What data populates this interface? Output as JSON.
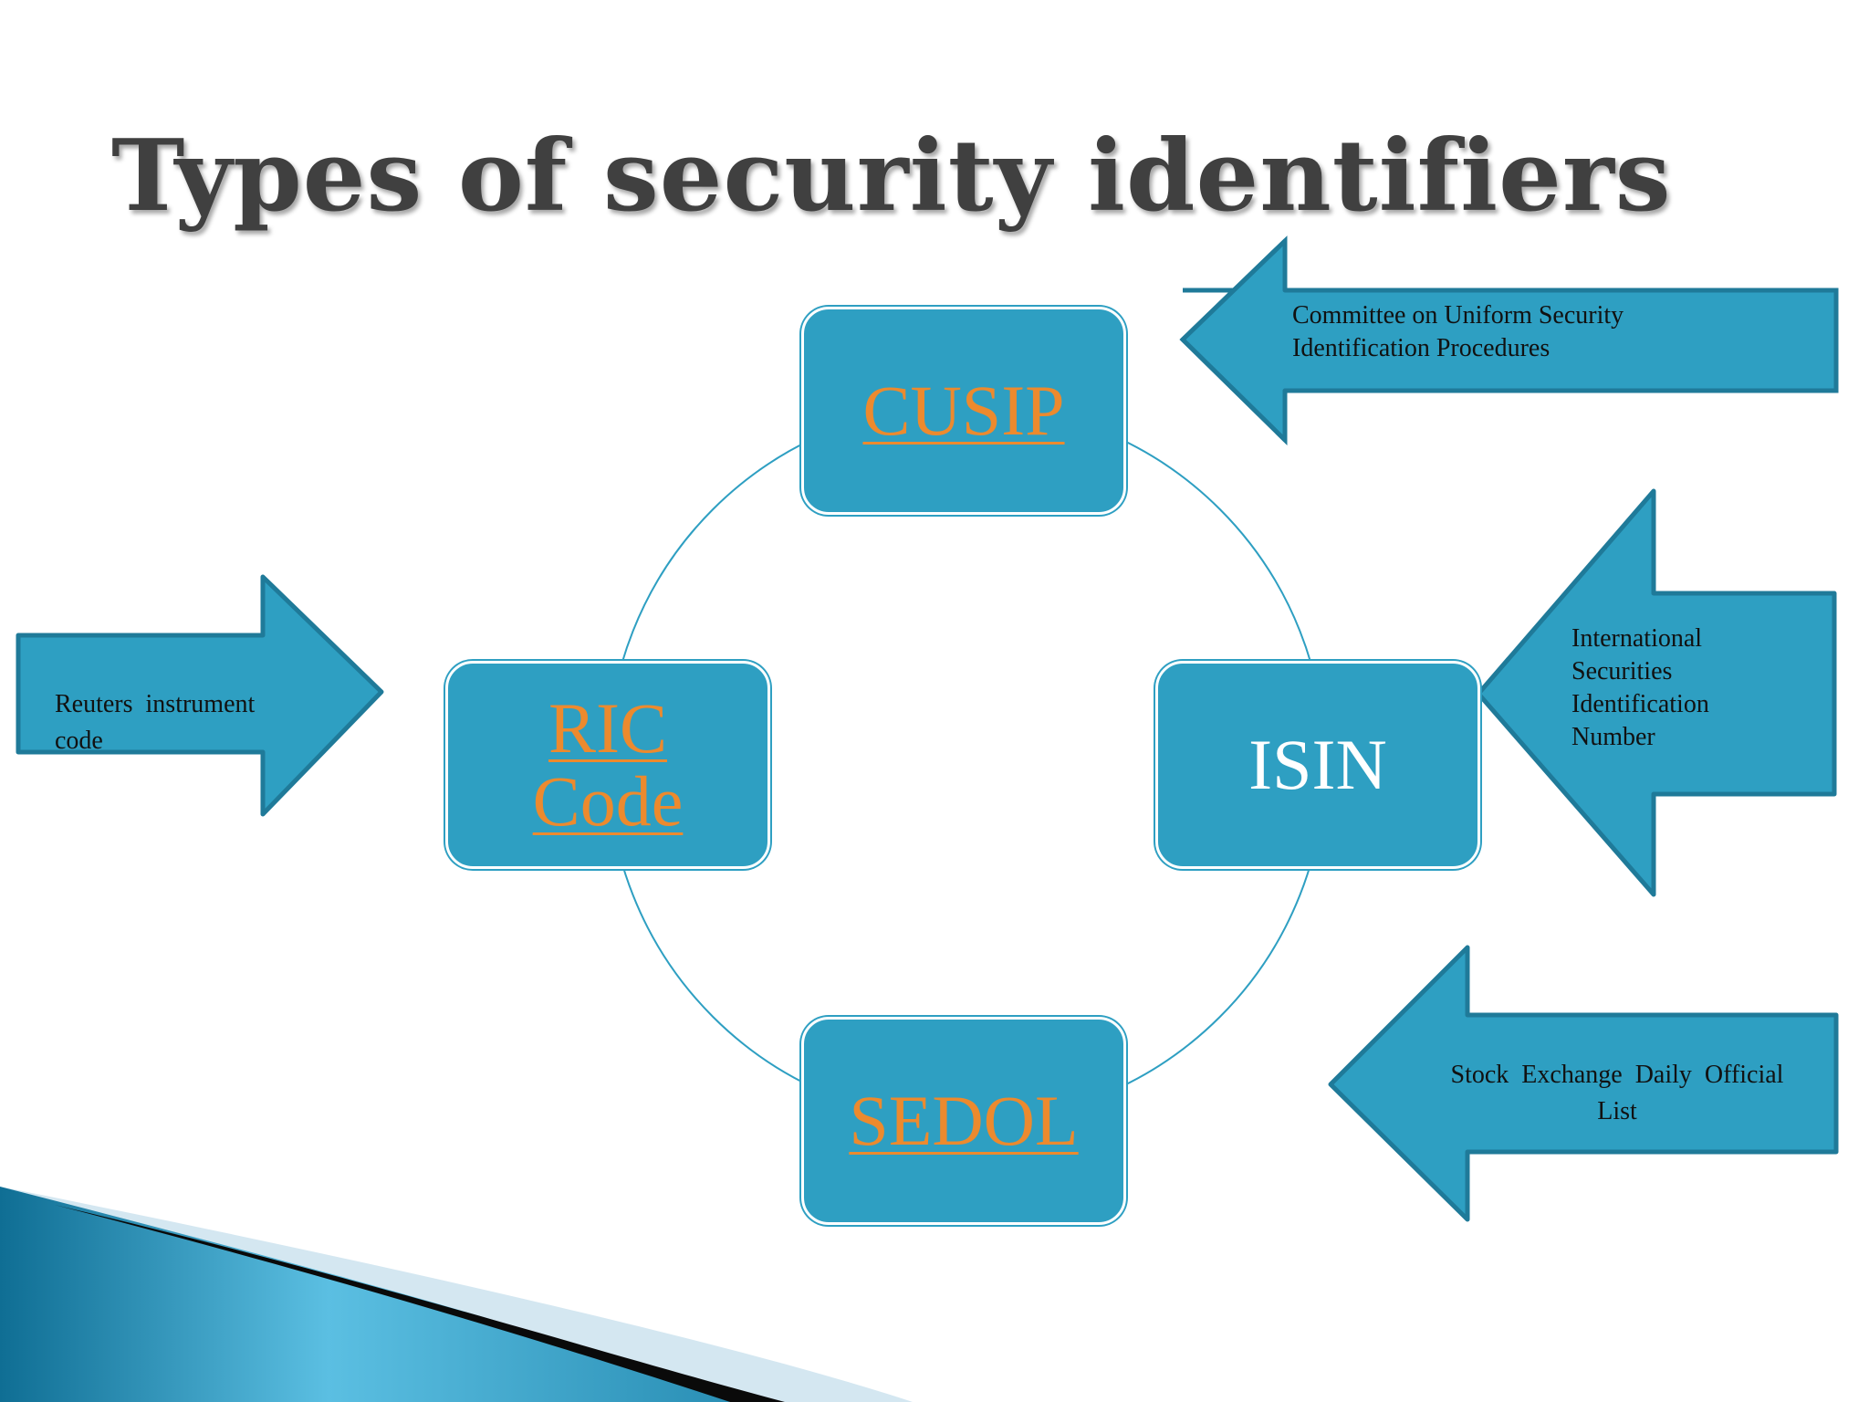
{
  "title": "Types of security identifiers",
  "nodes": {
    "cusip": "CUSIP",
    "ric_line1": "RIC",
    "ric_line2": "Code",
    "isin": "ISIN",
    "sedol": "SEDOL"
  },
  "callouts": {
    "cusip_line1": "Committee on Uniform Security",
    "cusip_line2": "Identification Procedures",
    "ric_line1": "Reuters  instrument",
    "ric_line2": "code",
    "isin_line1": "International",
    "isin_line2": "Securities",
    "isin_line3": "Identification",
    "isin_line4": "Number",
    "sedol_line1": "Stock  Exchange  Daily  Official",
    "sedol_line2": "List"
  },
  "colors": {
    "node_fill": "#2e9fc2",
    "arrow_fill": "#2e9fc2",
    "link_text": "#ec8a2e",
    "title_text": "#404040"
  }
}
